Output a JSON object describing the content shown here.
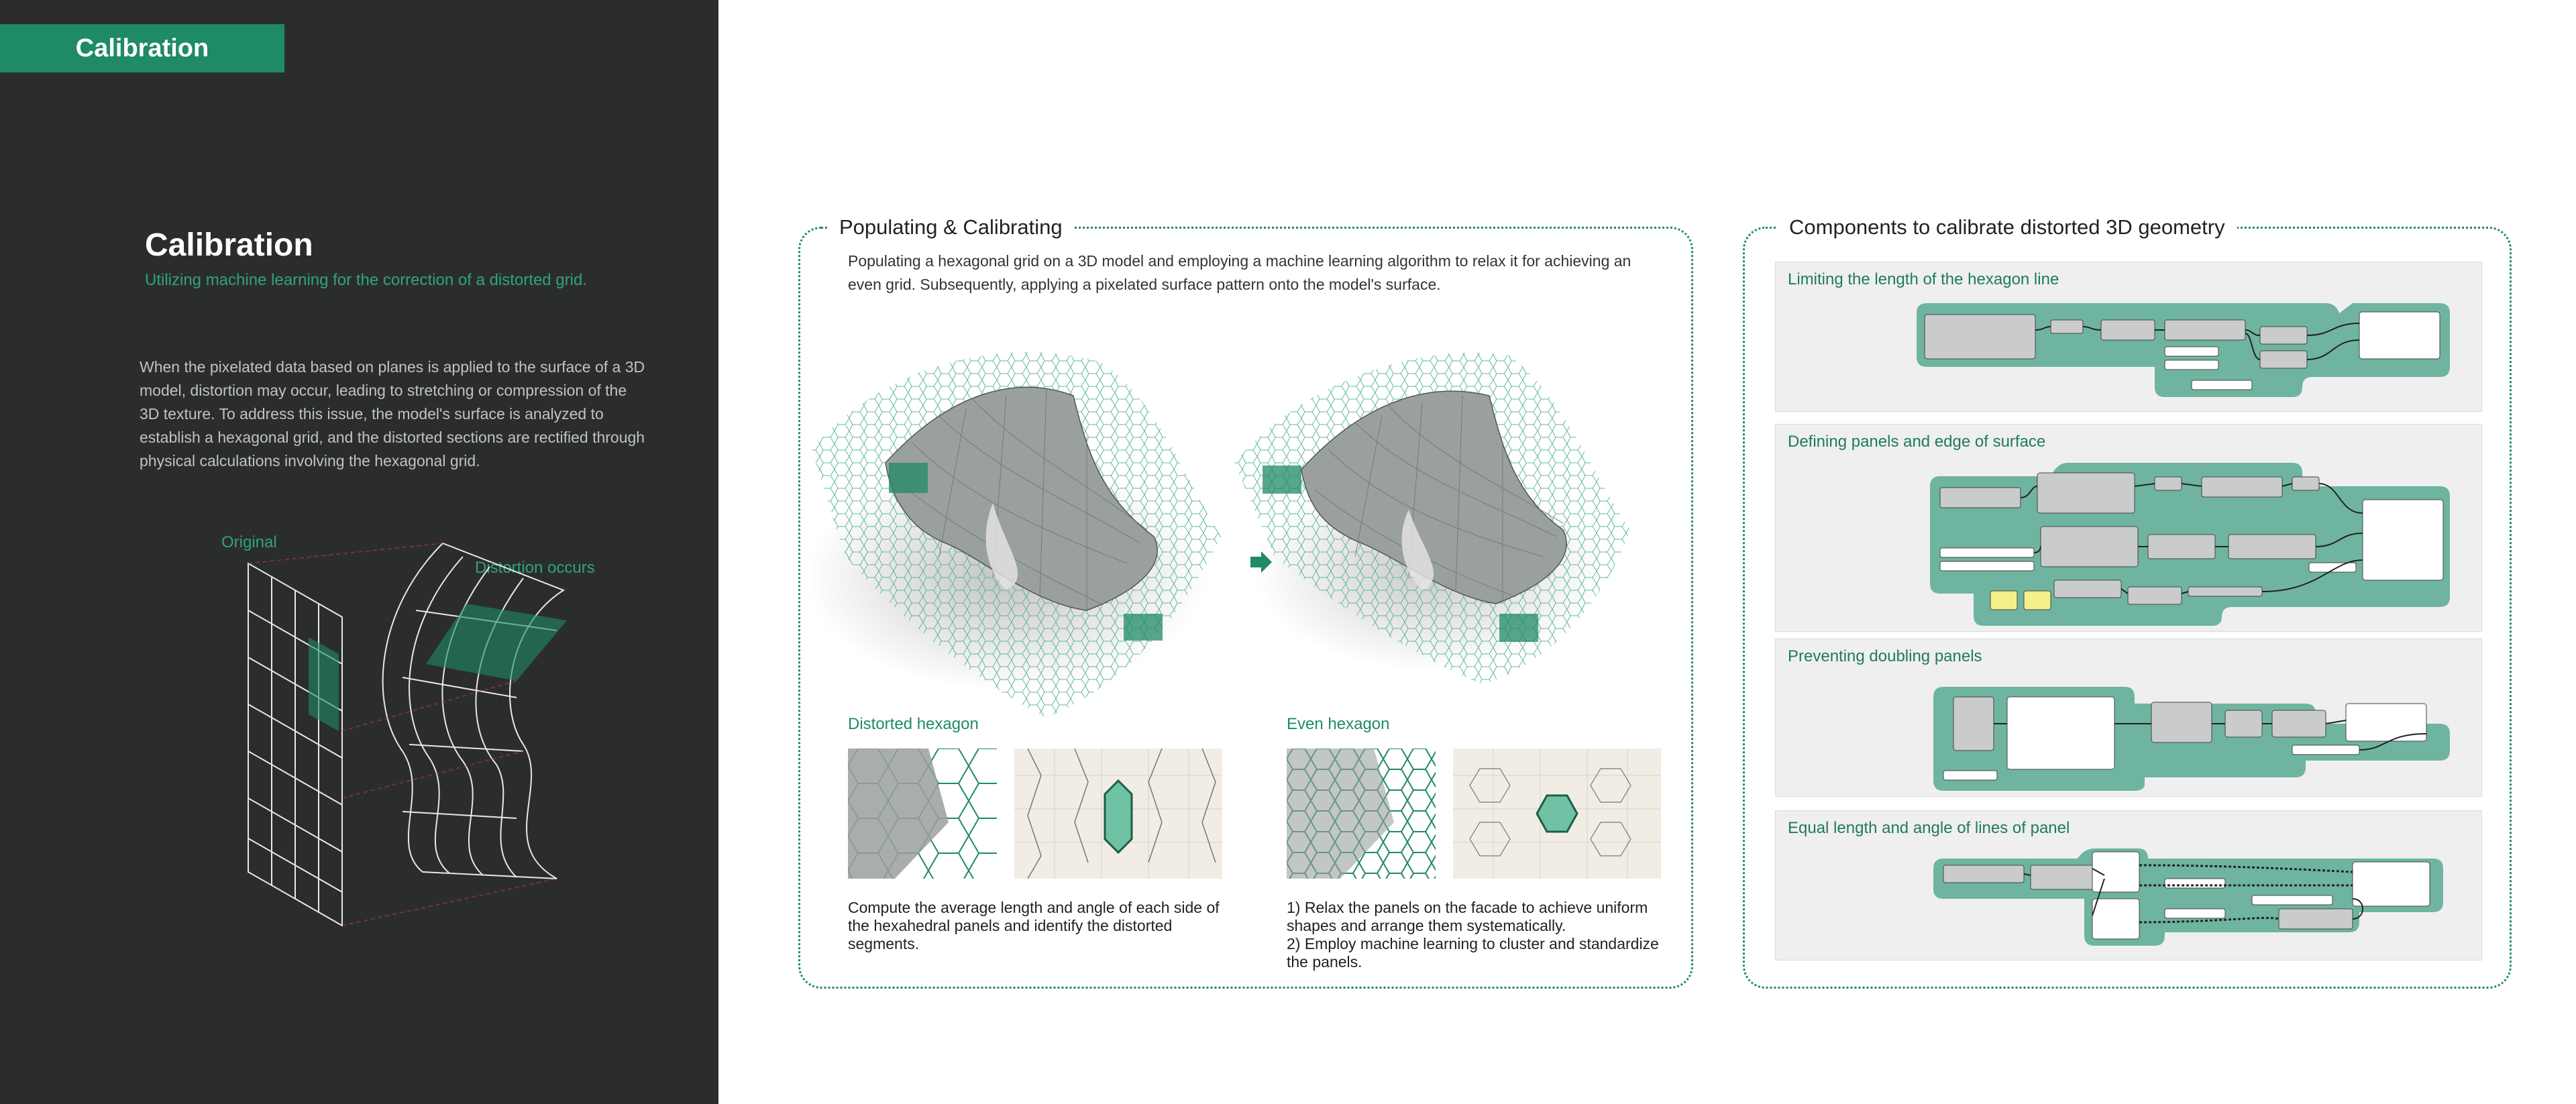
{
  "sidebar": {
    "tag": "Calibration",
    "title": "Calibration",
    "subtitle": "Utilizing machine learning for the correction of a distorted grid.",
    "body": "When the pixelated data based on planes is applied to the surface of a 3D model, distortion may occur, leading to stretching or compression of the 3D texture. To address this issue, the model's surface is analyzed to establish a hexagonal grid, and the distorted sections are rectified through physical calculations involving the hexagonal grid.",
    "label_original": "Original",
    "label_distortion": "Distortion occurs"
  },
  "populating": {
    "title": "Populating & Calibrating",
    "description": "Populating a hexagonal grid on a 3D model and employing a machine learning algorithm to relax it for achieving an even grid. Subsequently, applying a pixelated surface pattern onto the model's surface.",
    "distorted_label": "Distorted hexagon",
    "even_label": "Even hexagon",
    "distorted_caption": "Compute the average length and angle of each side of the hexahedral panels and identify the distorted segments.",
    "even_caption_1": "1) Relax the panels on the facade to achieve uniform shapes and arrange them systematically.",
    "even_caption_2": "2) Employ machine learning to cluster and standardize the panels."
  },
  "components": {
    "title": "Components to calibrate distorted 3D geometry",
    "sections": [
      {
        "title": "Limiting the length of the hexagon line"
      },
      {
        "title": "Defining panels and edge of surface"
      },
      {
        "title": "Preventing doubling panels"
      },
      {
        "title": "Equal length and angle of lines of panel"
      }
    ]
  },
  "colors": {
    "accent": "#1f8a68",
    "sidebar_bg": "#2b2d2c",
    "node_bg": "#6fb4a0"
  }
}
